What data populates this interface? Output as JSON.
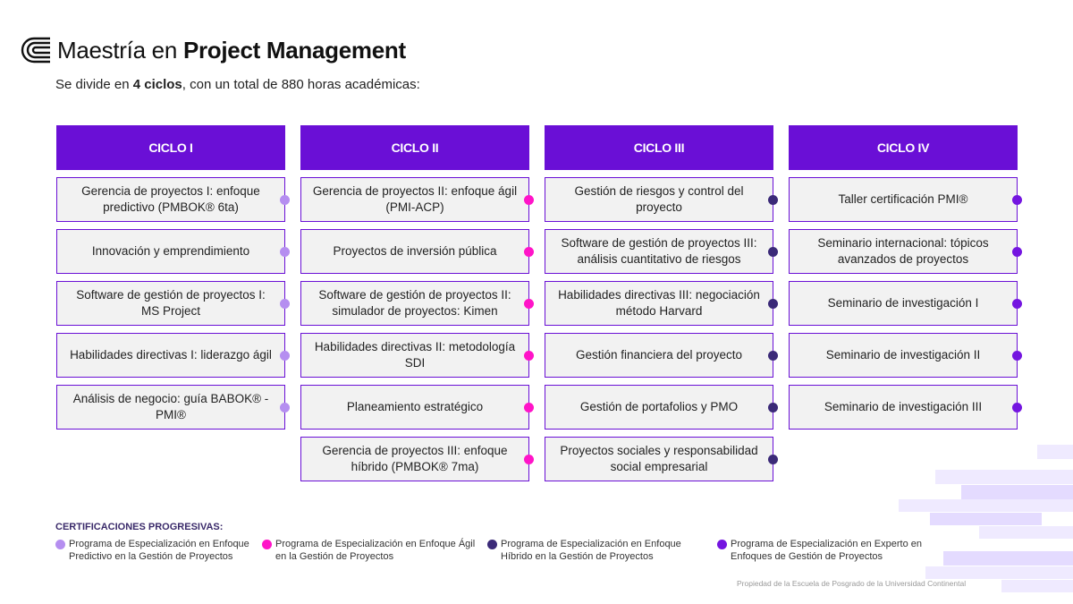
{
  "header": {
    "title_prefix": "Maestría en",
    "title_bold": "Project Management",
    "subtitle_pre": "Se divide en",
    "subtitle_bold": "4 ciclos",
    "subtitle_post": ", con un total de 880 horas académicas:"
  },
  "colors": {
    "header_bg": "#6a0fd6",
    "dot_c1": "#b58ef0",
    "dot_c2": "#ff14c8",
    "dot_c3": "#3b2a78",
    "dot_c4": "#7415e0"
  },
  "cycles": [
    {
      "title": "CICLO I",
      "courses": [
        "Gerencia de proyectos I: enfoque predictivo (PMBOK® 6ta)",
        "Innovación y emprendimiento",
        "Software de gestión de proyectos I: MS Project",
        "Habilidades directivas I: liderazgo ágil",
        "Análisis de negocio: guía BABOK® - PMI®"
      ]
    },
    {
      "title": "CICLO II",
      "courses": [
        "Gerencia de proyectos II: enfoque ágil (PMI-ACP)",
        "Proyectos de inversión pública",
        "Software de gestión de proyectos II: simulador de proyectos: Kimen",
        "Habilidades directivas II: metodología SDI",
        "Planeamiento estratégico",
        "Gerencia de proyectos III: enfoque híbrido (PMBOK® 7ma)"
      ]
    },
    {
      "title": "CICLO III",
      "courses": [
        "Gestión de riesgos y control del proyecto",
        "Software de gestión de proyectos III: análisis cuantitativo de riesgos",
        "Habilidades directivas III: negociación método Harvard",
        "Gestión financiera del proyecto",
        "Gestión de portafolios y PMO",
        "Proyectos sociales y responsabilidad social empresarial"
      ]
    },
    {
      "title": "CICLO IV",
      "courses": [
        "Taller certificación PMI®",
        "Seminario internacional: tópicos avanzados de proyectos",
        "Seminario de investigación I",
        "Seminario de investigación II",
        "Seminario de investigación III"
      ]
    }
  ],
  "certifications": {
    "title": "CERTIFICACIONES PROGRESIVAS:",
    "items": [
      "Programa de Especialización en Enfoque Predictivo en la Gestión de Proyectos",
      "Programa de Especialización en Enfoque Ágil en la Gestión de Proyectos",
      "Programa de Especialización en Enfoque Híbrido en la Gestión de Proyectos",
      "Programa de Especialización en Experto en Enfoques de Gestión de Proyectos"
    ]
  },
  "footer": {
    "text": "Propiedad de la Escuela de Posgrado de la Universidad Continental"
  }
}
